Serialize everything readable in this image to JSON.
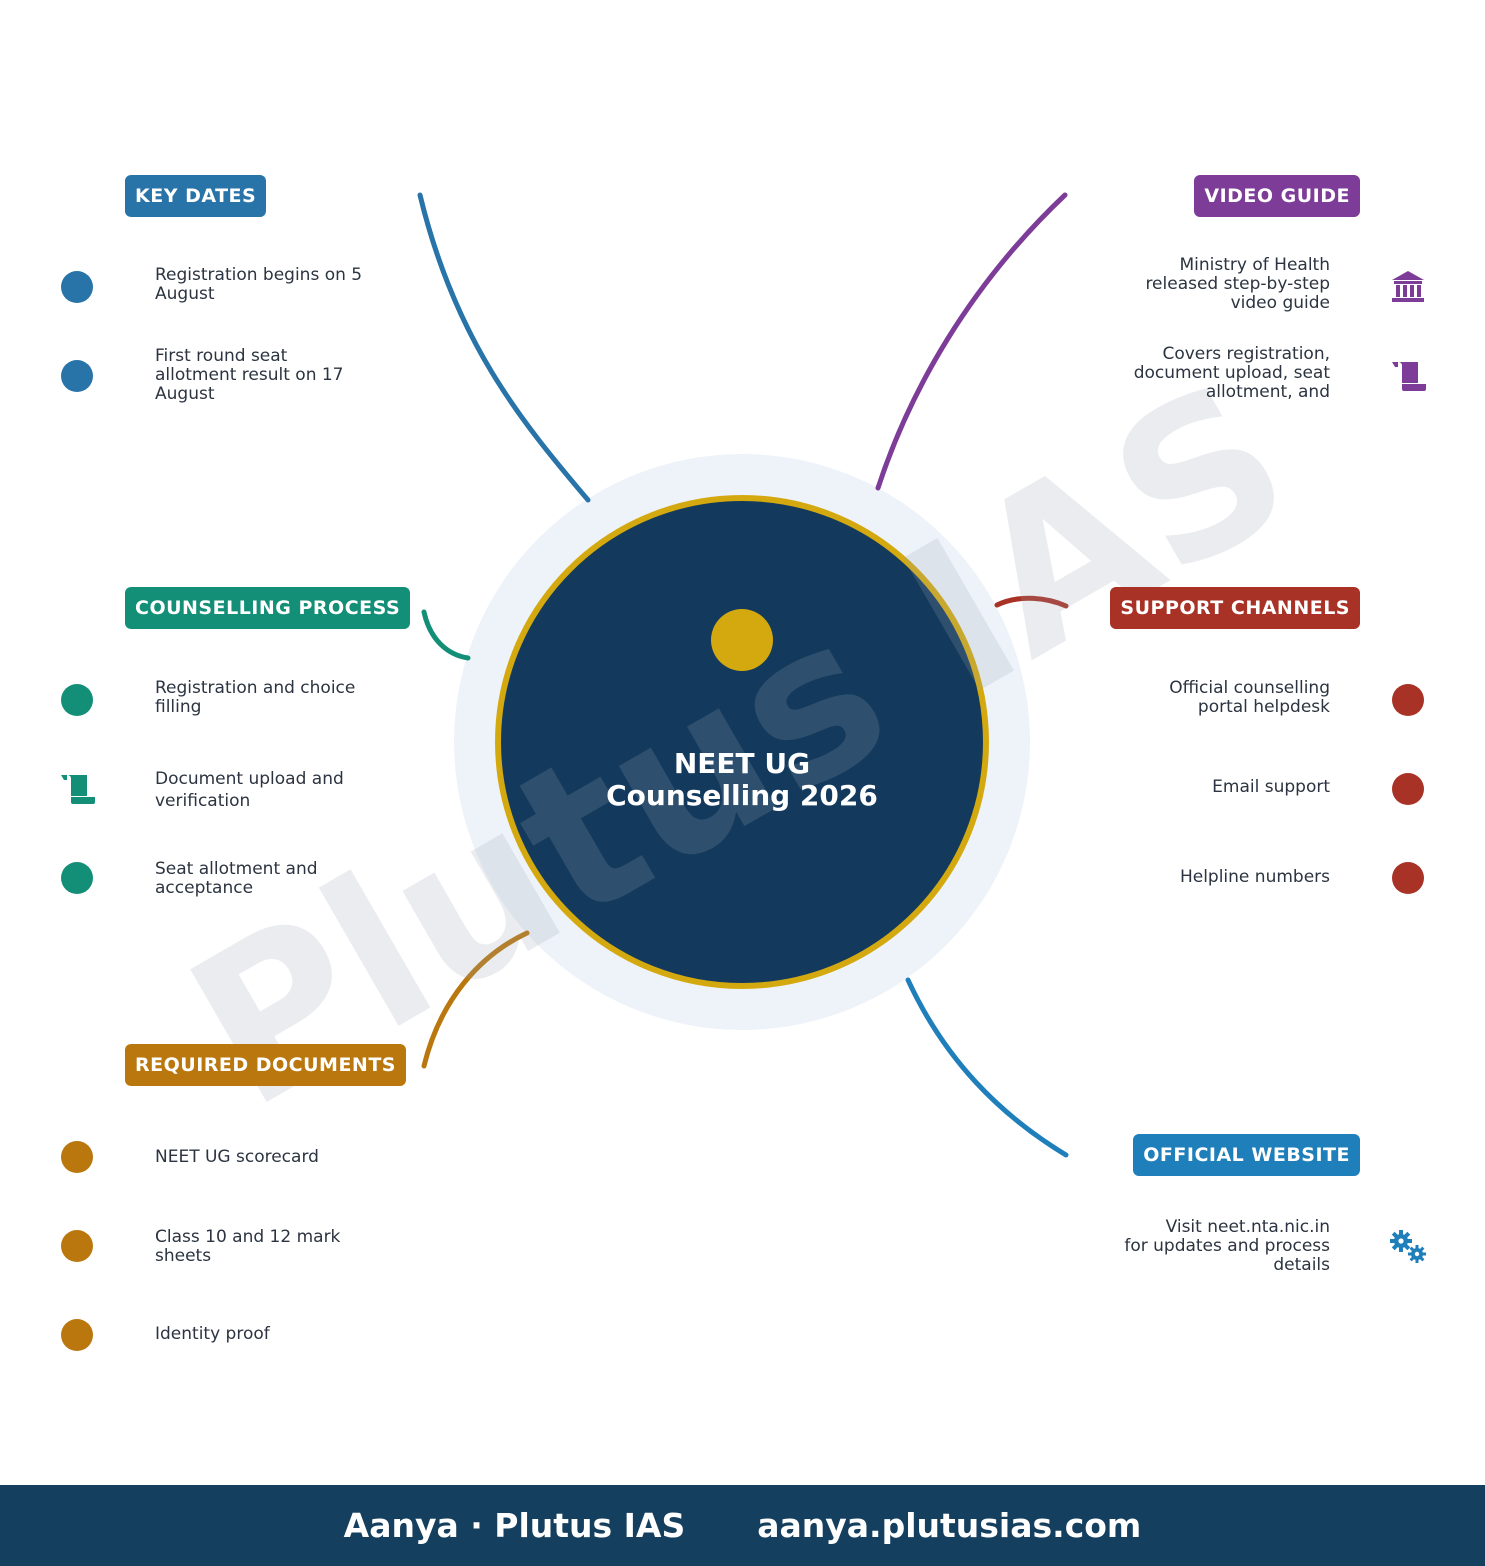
{
  "center": {
    "title_line1": "NEET UG",
    "title_line2": "Counselling 2026",
    "fill_color": "#133a5c",
    "ring_color": "#d4a90f",
    "halo_color": "#eef3f9"
  },
  "watermark": "Plutus IAS",
  "branches": [
    {
      "id": "key-dates",
      "label": "KEY DATES",
      "color": "#2873a8",
      "items": [
        {
          "text": [
            "Registration begins on 5",
            "August"
          ],
          "icon": "dot-icon"
        },
        {
          "text": [
            "First round seat",
            "allotment result on 17",
            "August"
          ],
          "icon": "dot-icon"
        }
      ]
    },
    {
      "id": "video-guide",
      "label": "VIDEO GUIDE",
      "color": "#7d3c98",
      "items": [
        {
          "text": [
            "Ministry of Health",
            "released step-by-step",
            "video guide"
          ],
          "icon": "government-building-icon"
        },
        {
          "text": [
            "Covers registration,",
            "document upload, seat",
            "allotment, and"
          ],
          "icon": "scroll-icon"
        }
      ]
    },
    {
      "id": "counselling-process",
      "label": "COUNSELLING PROCESS",
      "color": "#148f77",
      "items": [
        {
          "text": [
            "Registration and choice",
            "filling"
          ],
          "icon": "dot-icon"
        },
        {
          "text": [
            "Document upload and",
            "verification"
          ],
          "icon": "scroll-icon"
        },
        {
          "text": [
            "Seat allotment and",
            "acceptance"
          ],
          "icon": "dot-icon"
        }
      ]
    },
    {
      "id": "support-channels",
      "label": "SUPPORT CHANNELS",
      "color": "#a93226",
      "items": [
        {
          "text": [
            "Official counselling",
            "portal helpdesk"
          ],
          "icon": "dot-icon"
        },
        {
          "text": [
            "Email support"
          ],
          "icon": "dot-icon"
        },
        {
          "text": [
            "Helpline numbers"
          ],
          "icon": "dot-icon"
        }
      ]
    },
    {
      "id": "required-documents",
      "label": "REQUIRED DOCUMENTS",
      "color": "#b9770e",
      "items": [
        {
          "text": [
            "NEET UG scorecard"
          ],
          "icon": "dot-icon"
        },
        {
          "text": [
            "Class 10 and 12 mark",
            "sheets"
          ],
          "icon": "dot-icon"
        },
        {
          "text": [
            "Identity proof"
          ],
          "icon": "dot-icon"
        }
      ]
    },
    {
      "id": "official-website",
      "label": "OFFICIAL WEBSITE",
      "color": "#1f7fba",
      "items": [
        {
          "text": [
            "Visit neet.nta.nic.in",
            "for updates and process",
            "details"
          ],
          "icon": "gears-icon"
        }
      ]
    }
  ],
  "footer": {
    "brand": "Aanya · Plutus IAS",
    "url": "aanya.plutusias.com"
  }
}
